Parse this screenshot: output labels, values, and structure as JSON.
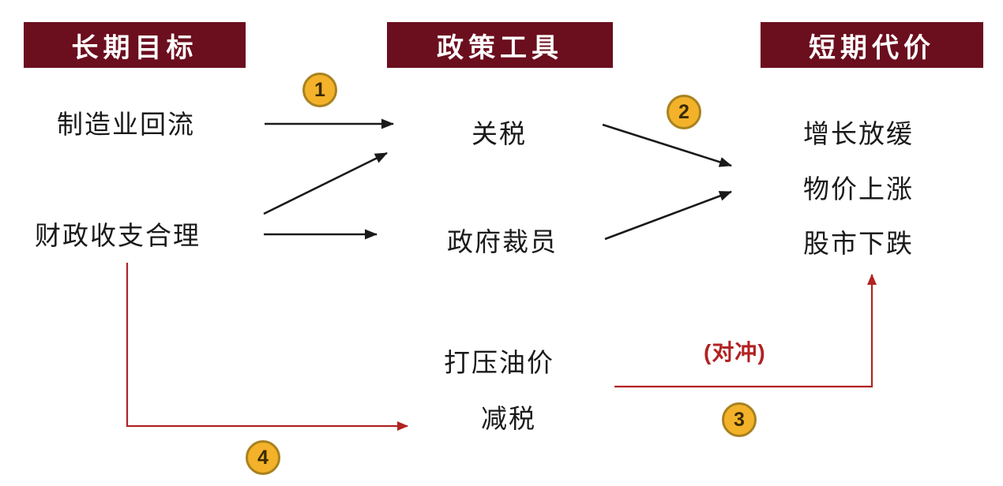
{
  "columns": {
    "long_term_goals": "长期目标",
    "policy_tools": "政策工具",
    "short_term_costs": "短期代价"
  },
  "goals": {
    "manufacturing_reshoring": "制造业回流",
    "fiscal_balance": "财政收支合理"
  },
  "tools": {
    "tariffs": "关税",
    "gov_layoffs": "政府裁员",
    "suppress_oil_price": "打压油价",
    "tax_cuts": "减税"
  },
  "costs": {
    "growth_slowdown": "增长放缓",
    "price_rise": "物价上涨",
    "stock_decline": "股市下跌"
  },
  "badges": {
    "b1": "1",
    "b2": "2",
    "b3": "3",
    "b4": "4"
  },
  "annotations": {
    "hedge": "(对冲)"
  },
  "colors": {
    "header_bg": "#6B0E1E",
    "text": "#1A1A1A",
    "black_arrow": "#1A1A1A",
    "red_arrow": "#B22222",
    "hedge_text": "#B22222",
    "badge_fill": "#F3B229",
    "badge_border": "#A8821F",
    "badge_text": "#3A2A00"
  }
}
